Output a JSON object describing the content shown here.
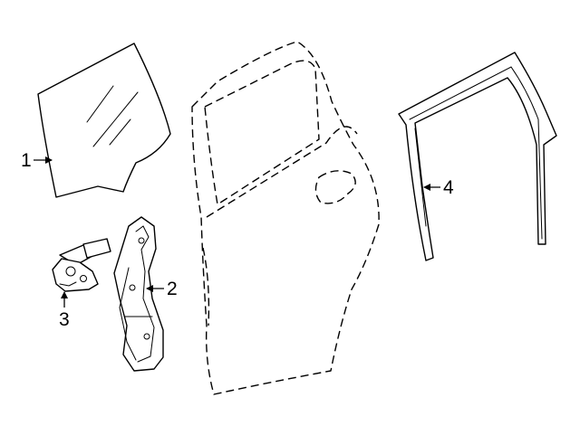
{
  "callouts": [
    {
      "id": "glass",
      "number": "1"
    },
    {
      "id": "regulator",
      "number": "2"
    },
    {
      "id": "motor",
      "number": "3"
    },
    {
      "id": "run-channel",
      "number": "4"
    }
  ]
}
